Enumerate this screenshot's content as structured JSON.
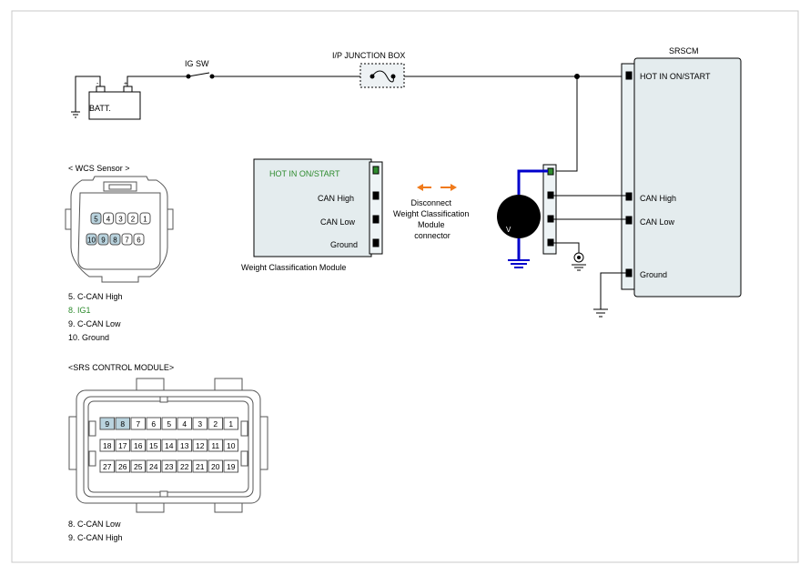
{
  "colors": {
    "line": "#000000",
    "module_fill": "#e4ecee",
    "connector_fill": "#eef4f6",
    "pin_highlight": "#b9d3de",
    "voltmeter_fill": "#000000",
    "voltmeter_lead": "#0000cc",
    "ig1_green": "#2e8b2e",
    "arrow_orange": "#f07a1a"
  },
  "supply": {
    "battery_label": "BATT.",
    "battery_pos": "+",
    "battery_neg": "-",
    "ig_switch_label": "IG SW",
    "junction_box_label": "I/P JUNCTION BOX"
  },
  "srscm": {
    "title": "SRSCM",
    "pins": [
      "HOT IN ON/START",
      "CAN High",
      "CAN Low",
      "Ground"
    ]
  },
  "wcm": {
    "title": "Weight Classification Module",
    "pins": [
      "HOT IN ON/START",
      "CAN High",
      "CAN Low",
      "Ground"
    ]
  },
  "disconnect_note": [
    "Disconnect",
    "Weight Classification",
    "Module",
    "connector"
  ],
  "voltmeter_label": "V",
  "wcs_sensor": {
    "title": "< WCS Sensor      >",
    "top_row": [
      "5",
      "4",
      "3",
      "2",
      "1"
    ],
    "bottom_row": [
      "10",
      "9",
      "8",
      "7",
      "6"
    ],
    "pin_notes": [
      "5. C-CAN High",
      "8. IG1",
      "9. C-CAN Low",
      "10. Ground"
    ]
  },
  "srs_module": {
    "title": "<SRS CONTROL MODULE>",
    "row1": [
      "9",
      "8",
      "7",
      "6",
      "5",
      "4",
      "3",
      "2",
      "1"
    ],
    "row2": [
      "18",
      "17",
      "16",
      "15",
      "14",
      "13",
      "12",
      "11",
      "10"
    ],
    "row3": [
      "27",
      "26",
      "25",
      "24",
      "23",
      "22",
      "21",
      "20",
      "19"
    ],
    "pin_notes": [
      "8. C-CAN Low",
      "9. C-CAN High"
    ]
  },
  "icons": [
    "ground-icon",
    "chassis-ground-icon",
    "fuse-icon",
    "switch-icon",
    "battery-icon",
    "voltmeter-icon",
    "double-arrow-icon"
  ]
}
